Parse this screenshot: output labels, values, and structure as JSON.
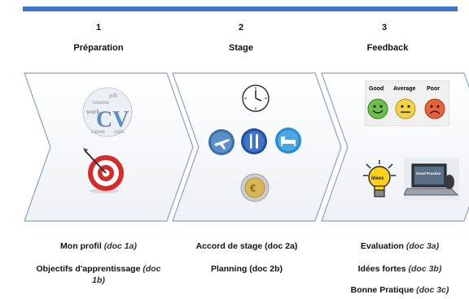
{
  "steps": [
    {
      "number": "1",
      "title": "Préparation"
    },
    {
      "number": "2",
      "title": "Stage"
    },
    {
      "number": "3",
      "title": "Feedback"
    }
  ],
  "cv_cloud": {
    "big": "CV",
    "words": [
      "job",
      "resume",
      "work",
      "career",
      "skills"
    ]
  },
  "ratings": {
    "good": "Good",
    "average": "Average",
    "poor": "Poor"
  },
  "idea_bulb_text": "Idées",
  "laptop_text": "Good Practice",
  "docs": {
    "col1": [
      {
        "text": "Mon profil ",
        "ref": "(doc 1a)"
      },
      {
        "text": "Objectifs d'apprentissage ",
        "ref": "(doc 1b)"
      }
    ],
    "col2": [
      {
        "text": "Accord de stage (doc 2a)",
        "ref": ""
      },
      {
        "text": "Planning (doc 2b)",
        "ref": ""
      }
    ],
    "col3": [
      {
        "text": "Evaluation ",
        "ref": "(doc 3a)"
      },
      {
        "text": "Idées fortes ",
        "ref": "(doc 3b)"
      },
      {
        "text": "Bonne Pratique ",
        "ref": "(doc 3c)"
      }
    ]
  },
  "colors": {
    "accent_bar": "#3f74c9",
    "chevron_fill": "#f7f8fa",
    "chevron_stroke": "#8fa3bd"
  }
}
